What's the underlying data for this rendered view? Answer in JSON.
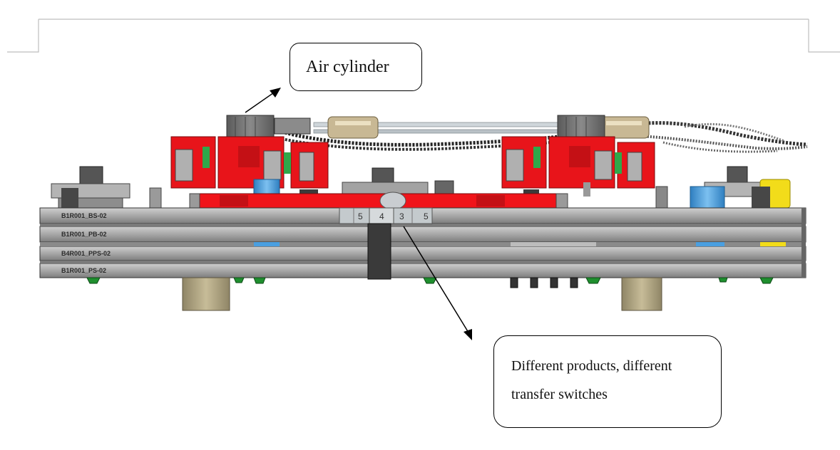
{
  "callouts": {
    "top": {
      "text": "Air cylinder"
    },
    "bottom": {
      "line1": "Different products, different",
      "line2": "transfer switches"
    }
  },
  "plate_labels": [
    "B1R001_BS-02",
    "B1R001_PB-02",
    "B4R001_PPS-02",
    "B1R001_PS-02"
  ],
  "switch_numbers": [
    "5",
    "4",
    "3",
    "5"
  ],
  "colors": {
    "plate": "#a9a9a9",
    "cylinder_red": "#e8141a",
    "rail_red": "#f0141a",
    "body_gray": "#6b6b6b",
    "standoff_blue": "#4a9fe0",
    "foot_green": "#1f8f2e",
    "foot_khaki": "#a89d7a",
    "yellow_part": "#f2dc1a"
  }
}
